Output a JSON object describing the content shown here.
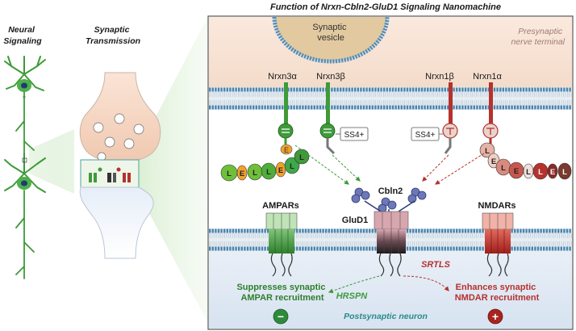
{
  "title": "Function of Nrxn-Cbln2-GluD1 Signaling Nanomachine",
  "left": {
    "neural_signaling": [
      "Neural",
      "Signaling"
    ],
    "synaptic_transmission": [
      "Synaptic",
      "Transmission"
    ]
  },
  "labels": {
    "synaptic_vesicle": [
      "Synaptic",
      "vesicle"
    ],
    "presynaptic": [
      "Presynaptic",
      "nerve terminal"
    ],
    "nrxn3a": "Nrxn3α",
    "nrxn3b": "Nrxn3β",
    "nrxn1b": "Nrxn1β",
    "nrxn1a": "Nrxn1α",
    "ss4_left": "SS4+",
    "ss4_right": "SS4+",
    "cbln2": "Cbln2",
    "gluD1": "GluD1",
    "ampars": "AMPARs",
    "nmdars": "NMDARs",
    "srtls": "SRTLS",
    "hrspn": "HRSPN",
    "suppresses": [
      "Suppresses synaptic",
      "AMPAR recruitment"
    ],
    "enhances": [
      "Enhances synaptic",
      "NMDAR recruitment"
    ],
    "minus": "−",
    "plus": "+",
    "postsynaptic": "Postsynaptic neuron"
  },
  "domain_letters": {
    "left_chain": [
      "L",
      "E",
      "L",
      "L",
      "E",
      "L",
      "L"
    ],
    "left_chain_end": "E",
    "right_chain": [
      "L",
      "E",
      "L",
      "L",
      "E",
      "L",
      "L"
    ],
    "right_chain_end": "E",
    "ss4_domain": "E"
  },
  "colors": {
    "green": "#3f9a3a",
    "red": "#b5322d",
    "membrane": "#5a8fb0",
    "presynaptic_bg": "#f3dccb",
    "postsynaptic_bg": "#dfe7f2",
    "teal_text": "#2a8a8a"
  }
}
